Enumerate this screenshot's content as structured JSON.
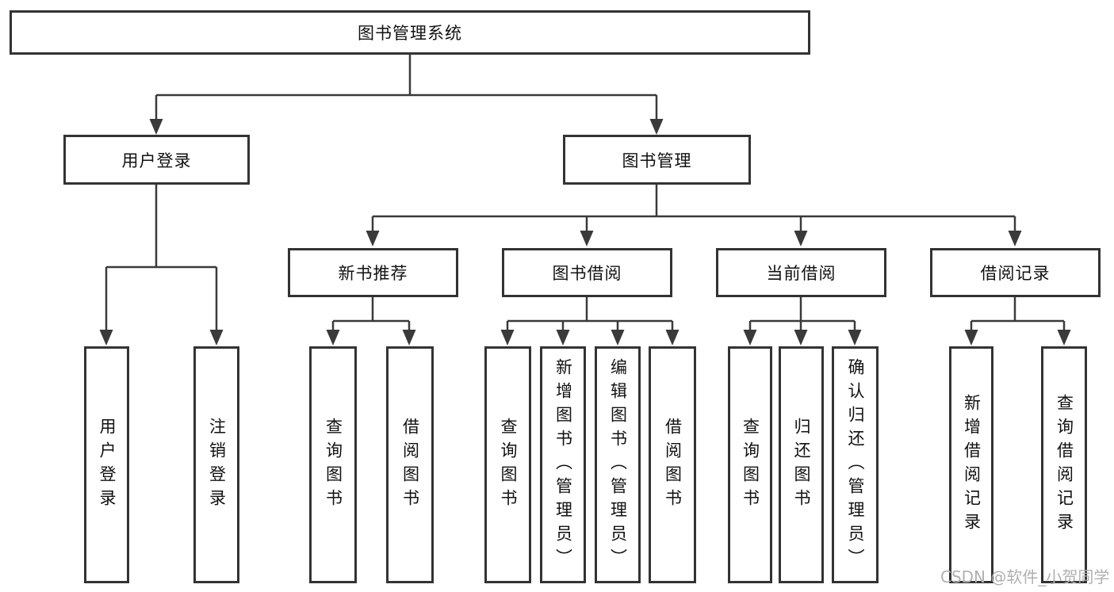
{
  "nodes": {
    "root": {
      "label": "图书管理系统"
    },
    "user_login": {
      "label": "用户登录"
    },
    "book_management": {
      "label": "图书管理"
    },
    "new_book_recommend": {
      "label": "新书推荐"
    },
    "book_borrow": {
      "label": "图书借阅"
    },
    "current_borrow": {
      "label": "当前借阅"
    },
    "borrow_records": {
      "label": "借阅记录"
    }
  },
  "leaves": {
    "user_login": [
      "用户登录",
      "注销登录"
    ],
    "new_book_rec": [
      "查询图书",
      "借阅图书"
    ],
    "book_borrow": [
      "查询图书",
      "新增图书（管理员）",
      "编辑图书（管理员）",
      "借阅图书"
    ],
    "current_borrow": [
      "查询图书",
      "归还图书",
      "确认归还（管理员）"
    ],
    "borrow_records": [
      "新增借阅记录",
      "查询借阅记录"
    ]
  },
  "watermark": {
    "text": "CSDN @软件_小贺同学"
  },
  "colors": {
    "box_border": "#333333",
    "connector_line": "#3a3a3a",
    "text": "#111111",
    "watermark": "#b0b0b0",
    "background": "#ffffff"
  }
}
